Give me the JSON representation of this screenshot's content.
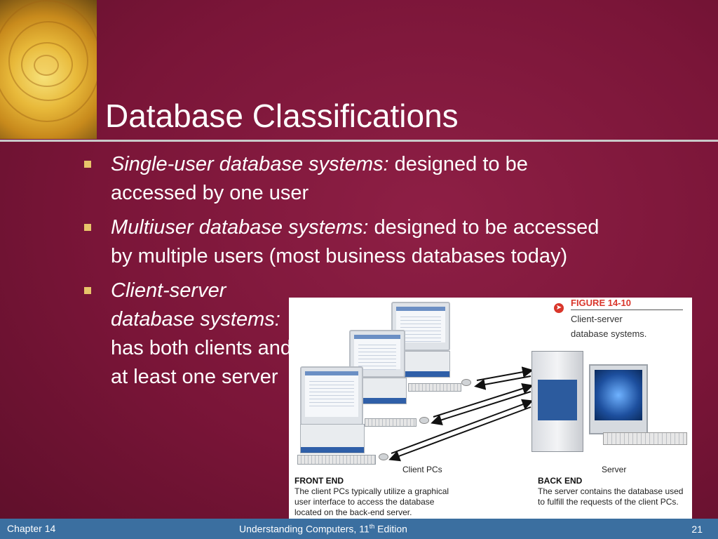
{
  "slide": {
    "title": "Database Classifications",
    "bullets": [
      {
        "term": "Single-user database systems:",
        "text": " designed to be accessed by one user"
      },
      {
        "term": "Multiuser database systems:",
        "text": " designed to be accessed by multiple users (most business databases today)"
      },
      {
        "term": "Client-server database systems:",
        "text": " has both clients and at least one server"
      }
    ],
    "colors": {
      "background": "#7a1538",
      "footer": "#3b6fa0",
      "bullet": "#e8c46a",
      "figure_accent": "#d9362b"
    }
  },
  "figure": {
    "number": "FIGURE 14-10",
    "caption_lines": [
      "Client-server",
      "database systems."
    ],
    "client_label": "Client PCs",
    "server_label": "Server",
    "front_end_heading": "FRONT END",
    "front_end_text": "The client PCs typically utilize a graphical user interface to access the database located on the back-end server.",
    "back_end_heading": "BACK END",
    "back_end_text": "The server contains the database used to fulfill the requests of the client PCs."
  },
  "footer": {
    "left": "Chapter 14",
    "center_prefix": "Understanding Computers, 11",
    "center_sup": "th",
    "center_suffix": " Edition",
    "page": "21"
  }
}
